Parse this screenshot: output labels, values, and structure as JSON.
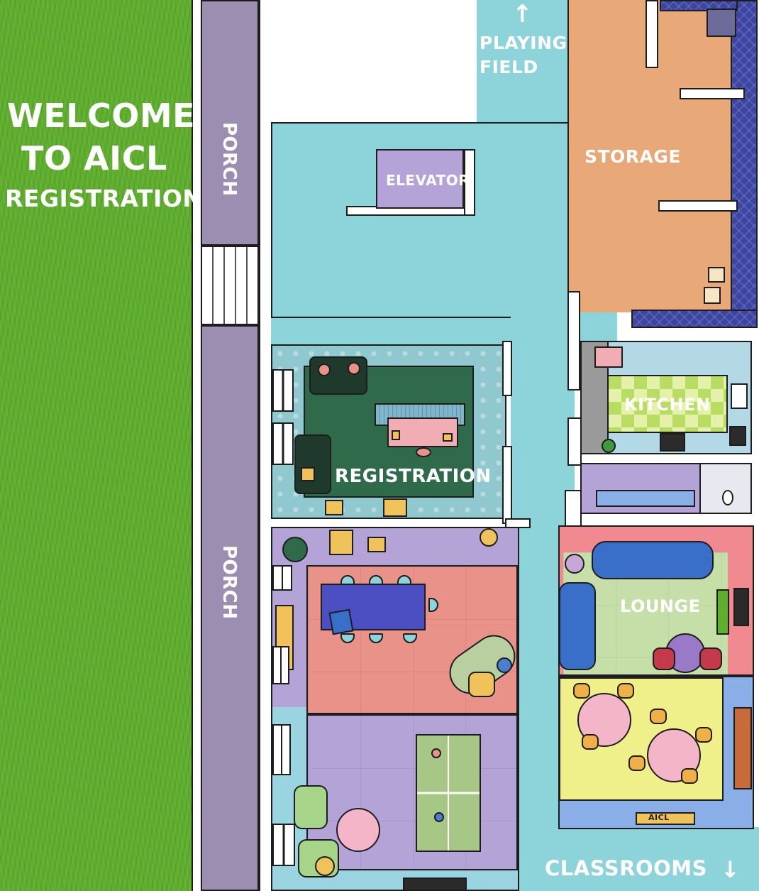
{
  "welcome": {
    "line1": "WELCOME",
    "line2": "TO AICL",
    "line3": "REGISTRATION"
  },
  "rooms": {
    "porch_top": "PORCH",
    "porch_bottom": "PORCH",
    "playing_field": "PLAYING FIELD",
    "elevator": "ELEVATOR",
    "storage": "STORAGE",
    "registration": "REGISTRATION",
    "kitchen": "KITCHEN",
    "lounge": "LOUNGE",
    "classrooms": "CLASSROOMS"
  },
  "icons": {
    "up_arrow": "↑",
    "down_arrow": "↓"
  },
  "sign": {
    "text": "AICL"
  },
  "colors": {
    "grass": "#5fae2e",
    "porch": "#9c8eb0",
    "hallway": "#8dd3da",
    "storage": "#e8a878",
    "storage_floor": "#3d45a3",
    "registration_carpet": "#2f6b4a",
    "kitchen_floor": "#b9dc63",
    "lounge_floor": "#c6dfa8",
    "dining_floor": "#f0f08a",
    "game_room_top": "#e8928a",
    "game_room_bottom": "#b3a3d6",
    "sofa_dark": "#1f3a2d",
    "sofa_blue": "#3a6fc9"
  }
}
